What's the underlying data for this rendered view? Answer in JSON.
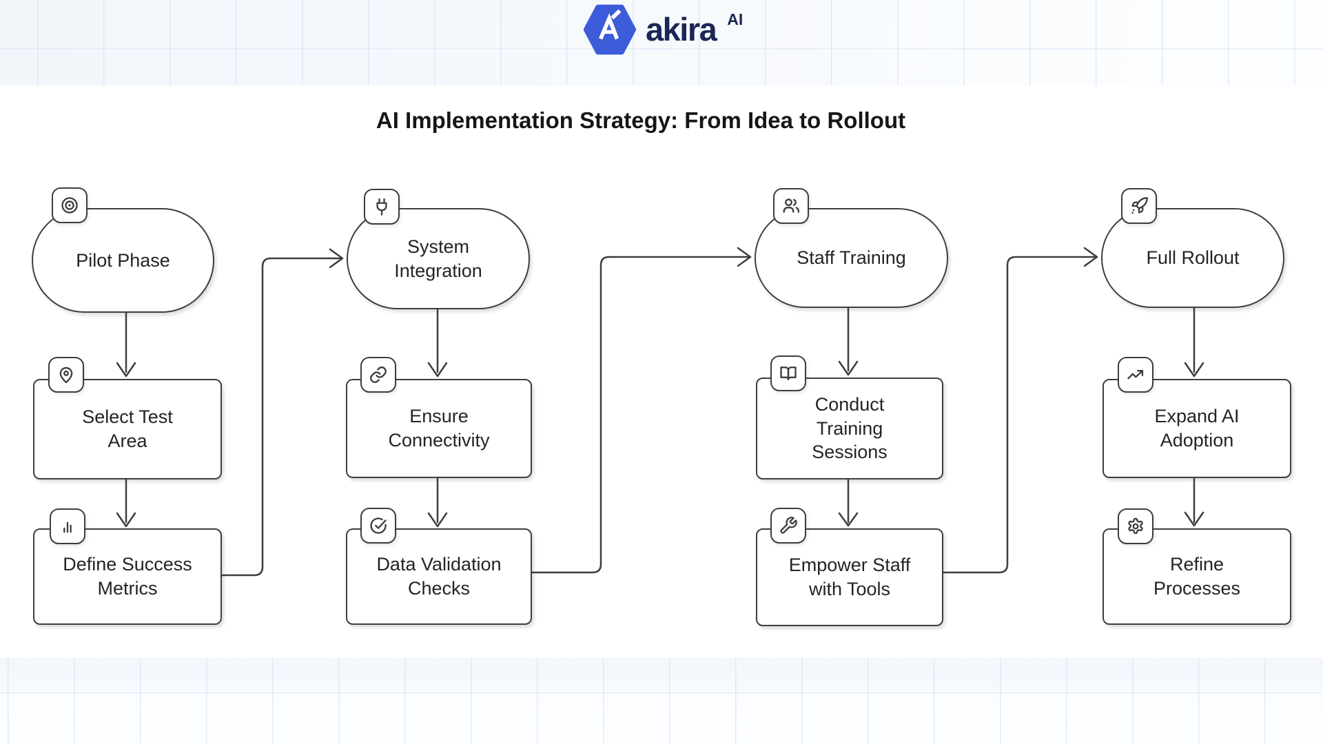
{
  "header": {
    "brand_name": "akira",
    "brand_suffix": "AI",
    "logo_icon": "hexagon-a-logo",
    "logo_hex_color": "#3c5cda",
    "brand_text_color": "#1c2757"
  },
  "diagram": {
    "title": "AI Implementation Strategy: From Idea to Rollout",
    "stroke_color": "#3d3d3d",
    "columns": [
      {
        "stage": {
          "label": "Pilot Phase",
          "icon": "target-icon"
        },
        "steps": [
          {
            "label": "Select Test\nArea",
            "icon": "map-pin-icon"
          },
          {
            "label": "Define Success\nMetrics",
            "icon": "bar-chart-icon"
          }
        ]
      },
      {
        "stage": {
          "label": "System\nIntegration",
          "icon": "plug-icon"
        },
        "steps": [
          {
            "label": "Ensure\nConnectivity",
            "icon": "link-icon"
          },
          {
            "label": "Data Validation\nChecks",
            "icon": "check-circle-icon"
          }
        ]
      },
      {
        "stage": {
          "label": "Staff Training",
          "icon": "users-icon"
        },
        "steps": [
          {
            "label": "Conduct\nTraining\nSessions",
            "icon": "book-open-icon"
          },
          {
            "label": "Empower Staff\nwith Tools",
            "icon": "wrench-icon"
          }
        ]
      },
      {
        "stage": {
          "label": "Full Rollout",
          "icon": "rocket-icon"
        },
        "steps": [
          {
            "label": "Expand AI\nAdoption",
            "icon": "trending-up-icon"
          },
          {
            "label": "Refine\nProcesses",
            "icon": "gear-icon"
          }
        ]
      }
    ]
  }
}
